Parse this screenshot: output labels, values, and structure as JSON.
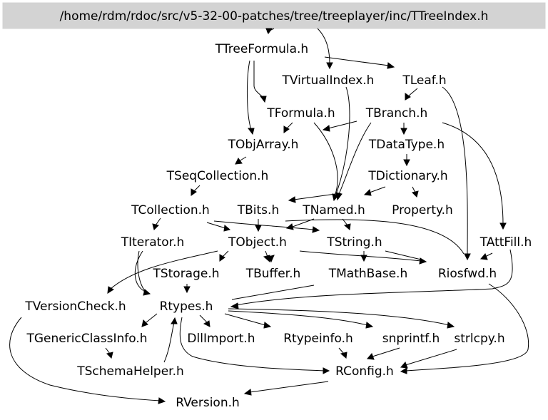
{
  "graph": {
    "root": "/home/rdm/rdoc/src/v5-32-00-patches/tree/treeplayer/inc/TTreeIndex.h",
    "nodes": {
      "ttreeformula": "TTreeFormula.h",
      "tvirtualindex": "TVirtualIndex.h",
      "tleaf": "TLeaf.h",
      "tformula": "TFormula.h",
      "tbranch": "TBranch.h",
      "tobjarray": "TObjArray.h",
      "tdatatype": "TDataType.h",
      "tseqcollection": "TSeqCollection.h",
      "tdictionary": "TDictionary.h",
      "tcollection": "TCollection.h",
      "tbits": "TBits.h",
      "tnamed": "TNamed.h",
      "property": "Property.h",
      "titerator": "TIterator.h",
      "tobject": "TObject.h",
      "tstring": "TString.h",
      "tattfill": "TAttFill.h",
      "tstorage": "TStorage.h",
      "tbuffer": "TBuffer.h",
      "tmathbase": "TMathBase.h",
      "riosfwd": "Riosfwd.h",
      "tversioncheck": "TVersionCheck.h",
      "rtypes": "Rtypes.h",
      "tgenericclassinfo": "TGenericClassInfo.h",
      "dllimport": "DllImport.h",
      "rtypeinfo": "Rtypeinfo.h",
      "snprintf": "snprintf.h",
      "strlcpy": "strlcpy.h",
      "tschemahelper": "TSchemaHelper.h",
      "rconfig": "RConfig.h",
      "rversion": "RVersion.h"
    }
  }
}
